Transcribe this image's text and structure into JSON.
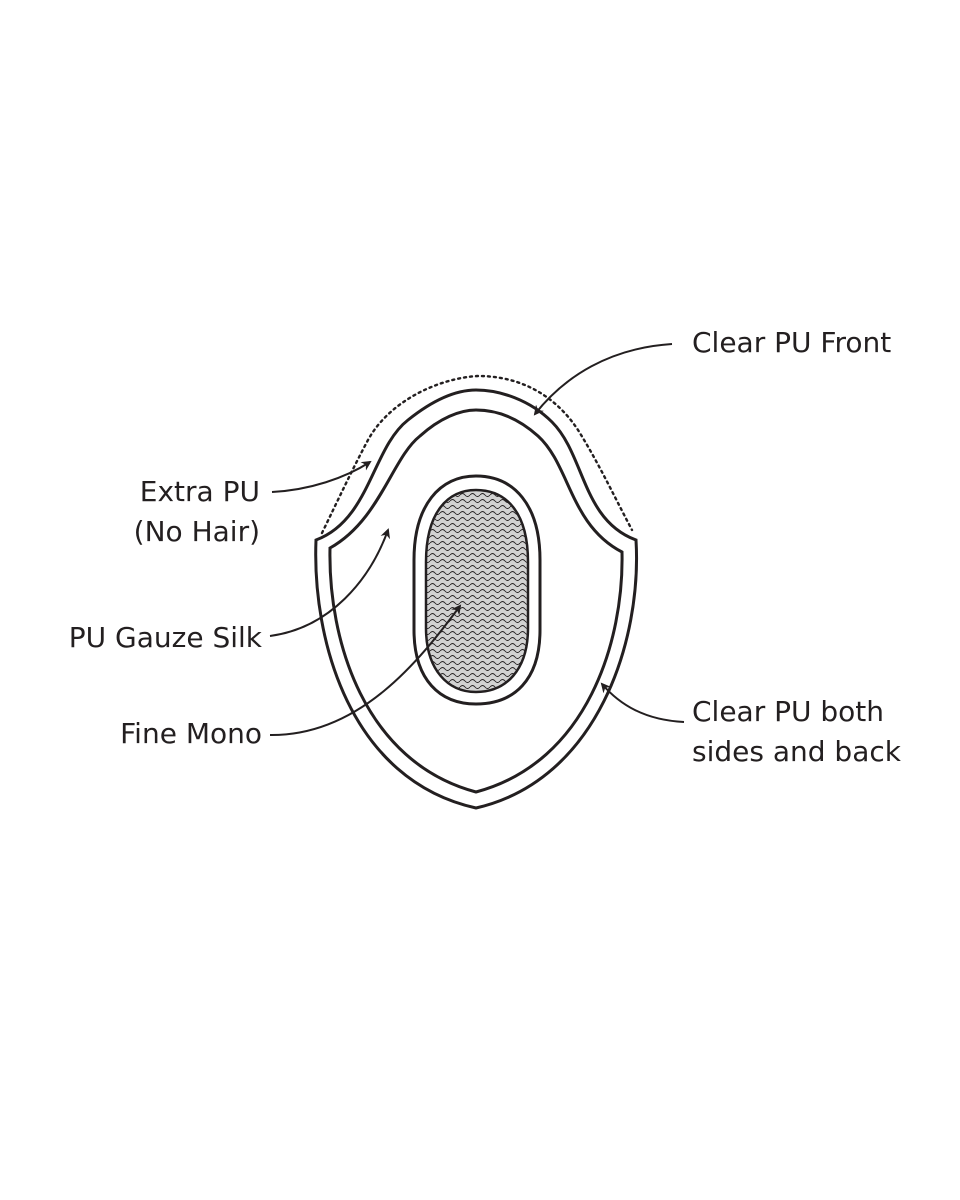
{
  "labels": {
    "clear_pu_front": "Clear PU Front",
    "extra_pu": "Extra PU",
    "no_hair": "(No Hair)",
    "pu_gauze_silk": "PU Gauze Silk",
    "fine_mono": "Fine Mono",
    "clear_pu_sides_line1": "Clear PU both",
    "clear_pu_sides_line2": "sides and back"
  },
  "colors": {
    "stroke": "#231f20",
    "mono_fill": "#d2d2d2",
    "background": "#ffffff"
  }
}
